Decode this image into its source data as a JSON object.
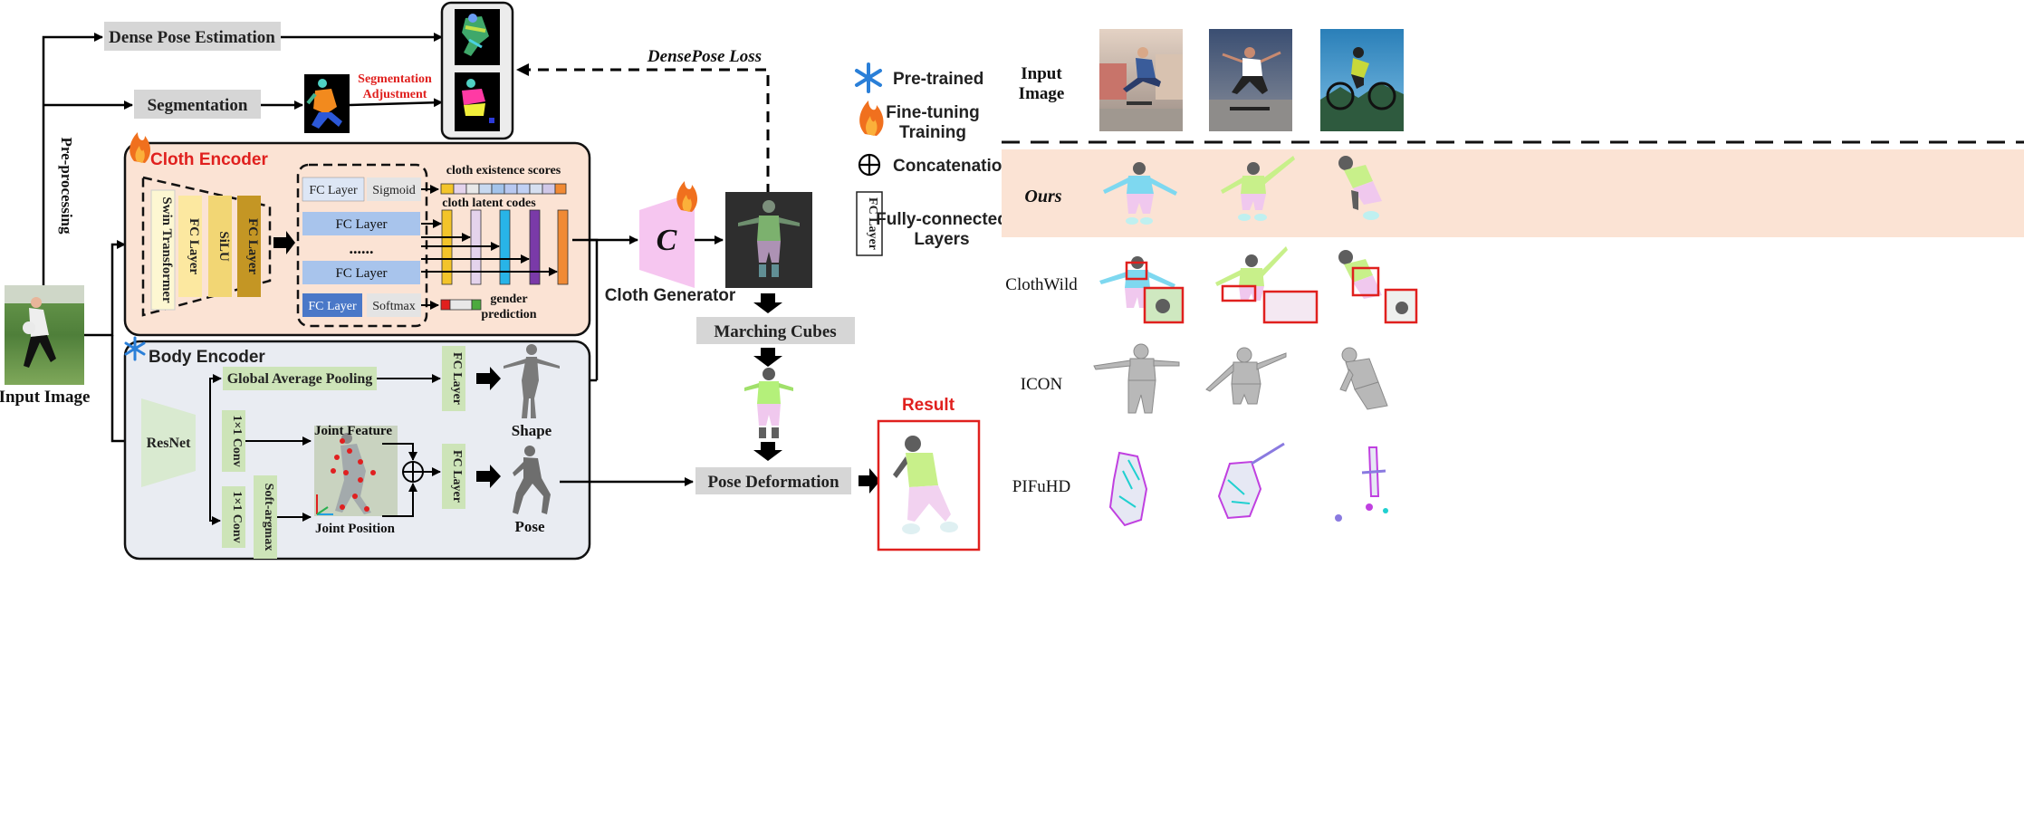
{
  "preprocessing": {
    "dense_pose": "Dense Pose Estimation",
    "segmentation": "Segmentation",
    "seg_adjust_1": "Segmentation",
    "seg_adjust_2": "Adjustment",
    "pre_processing": "Pre-processing",
    "densepose_loss": "DensePose Loss"
  },
  "input": {
    "label": "Input Image"
  },
  "cloth_encoder": {
    "title": "Cloth Encoder",
    "backbone": [
      "Swin Transformer",
      "FC Layer",
      "SiLU",
      "FC Layer"
    ],
    "heads": {
      "fc": "FC Layer",
      "sigmoid": "Sigmoid",
      "softmax": "Softmax",
      "ellipsis": "......"
    },
    "labels": {
      "existence": "cloth existence scores",
      "latent": "cloth latent codes",
      "gender_1": "gender",
      "gender_2": "prediction"
    }
  },
  "body_encoder": {
    "title": "Body Encoder",
    "gap": "Global Average Pooling",
    "resnet": "ResNet",
    "conv": "1×1 Conv",
    "softargmax": "Soft-argmax",
    "joint_feature": "Joint Feature",
    "joint_position": "Joint Position",
    "fc": "FC Layer",
    "shape": "Shape",
    "pose": "Pose"
  },
  "generator": {
    "symbol": "C",
    "label": "Cloth Generator",
    "marching_cubes": "Marching Cubes",
    "pose_deformation": "Pose Deformation",
    "result": "Result"
  },
  "legend": {
    "pretrained": "Pre-trained",
    "finetune_1": "Fine-tuning",
    "finetune_2": "Training",
    "concat": "Concatenation",
    "fc_icon": "FC Layer",
    "fc_1": "Fully-connected",
    "fc_2": "Layers"
  },
  "comparison": {
    "input_1": "Input",
    "input_2": "Image",
    "rows": [
      "Ours",
      "ClothWild",
      "ICON",
      "PIFuHD"
    ]
  },
  "colors": {
    "cloth_bg": "#fbe3d4",
    "body_bg": "#e9ecf2",
    "fc_yellow": "#fce8a0",
    "fc_gold": "#c89a2a",
    "fc_blue": "#a8c4ec",
    "fc_darkblue": "#4a78c8",
    "green_box": "#d5e8c4",
    "red_text": "#e0201e",
    "generator_pink": "#f6c6f0"
  }
}
